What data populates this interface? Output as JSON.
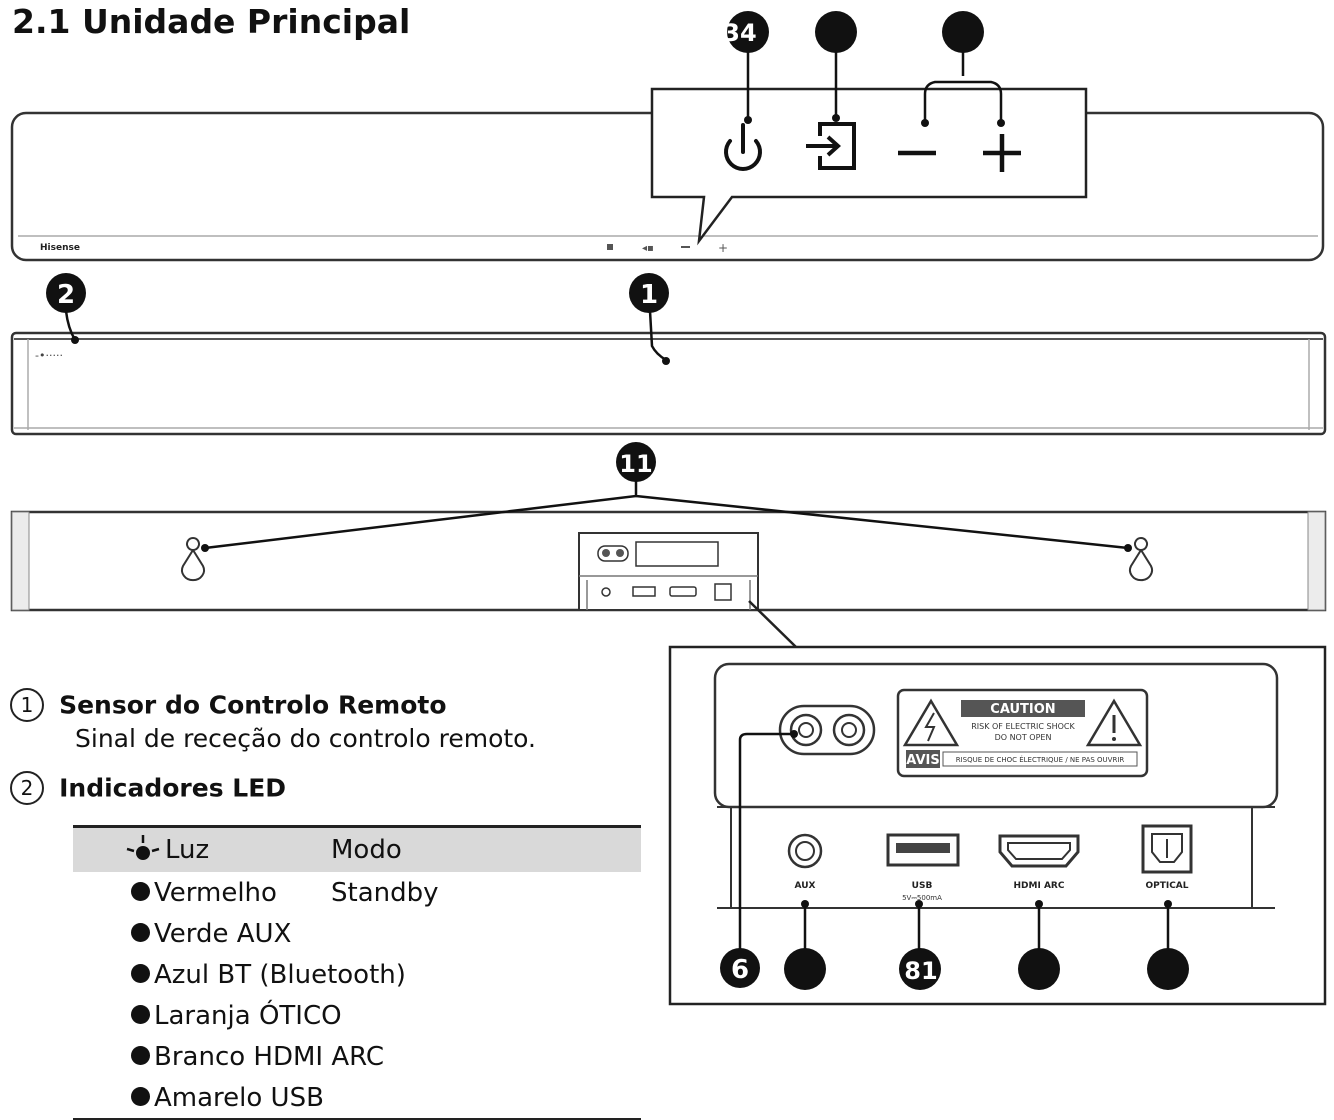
{
  "title": "2.1 Unidade Principal",
  "callouts": {
    "top_first": "34",
    "front_remote": "1",
    "front_led": "2",
    "back_mount": "11",
    "inset_first": "6",
    "inset_third": "81"
  },
  "device": {
    "brand": "Hisense",
    "ports": [
      "AUX",
      "USB",
      "HDMI ARC",
      "OPTICAL"
    ],
    "usb_rating": "5V⎓500mA",
    "caution_title": "CAUTION",
    "caution_line1": "RISK OF ELECTRIC SHOCK",
    "caution_line2": "DO NOT OPEN",
    "avis_label": "AVIS",
    "avis_text": "RISQUE DE CHOC ÉLECTRIQUE / NE PAS OUVRIR"
  },
  "legend": [
    {
      "num": "1",
      "heading": "Sensor do Controlo Remoto",
      "description": "Sinal de receção do controlo remoto."
    },
    {
      "num": "2",
      "heading": "Indicadores LED"
    }
  ],
  "led_table": {
    "header_light": "Luz",
    "header_mode": "Modo",
    "rows": [
      {
        "light": "Vermelho",
        "mode": "Standby"
      },
      {
        "light": "Verde AUX",
        "mode": ""
      },
      {
        "light": "Azul BT (Bluetooth)",
        "mode": ""
      },
      {
        "light": "Laranja ÓTICO",
        "mode": ""
      },
      {
        "light": "Branco HDMI ARC",
        "mode": ""
      },
      {
        "light": "Amarelo USB",
        "mode": ""
      }
    ]
  }
}
